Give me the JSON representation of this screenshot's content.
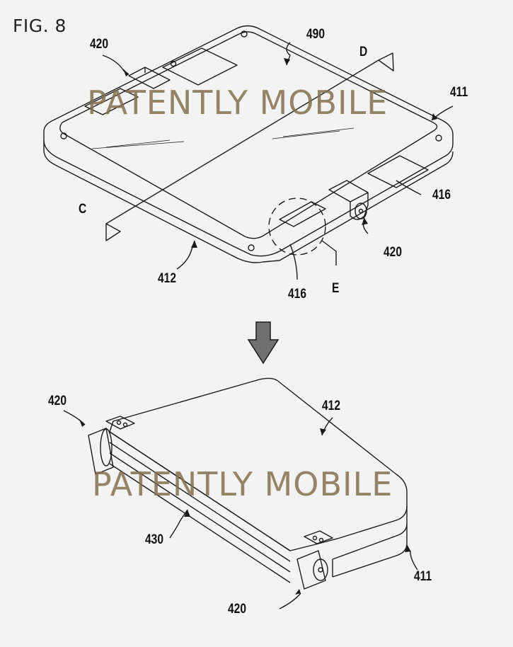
{
  "figure": {
    "title": "FIG. 8",
    "watermark": "PATENTLY MOBILE",
    "top_view": {
      "description": "Unfolded device (flat) with hinge modules at folding axis",
      "labels": {
        "hinge_top": "420",
        "display": "490",
        "section_d": "D",
        "housing_first": "411",
        "section_c": "C",
        "housing_second": "412",
        "sensor_right": "416",
        "hinge_right": "420",
        "sensor_bottom": "416",
        "detail_e": "E"
      }
    },
    "transition_arrow": "down-arrow",
    "bottom_view": {
      "description": "Folded device with hinge modules and flexible connector",
      "labels": {
        "hinge_left": "420",
        "housing_second": "412",
        "connector": "430",
        "housing_first": "411",
        "hinge_bottom": "420"
      }
    },
    "colors": {
      "background": "#f3f3f3",
      "line": "#1a1a1a",
      "watermark": "#8a7650",
      "arrow_fill": "#707070"
    }
  }
}
